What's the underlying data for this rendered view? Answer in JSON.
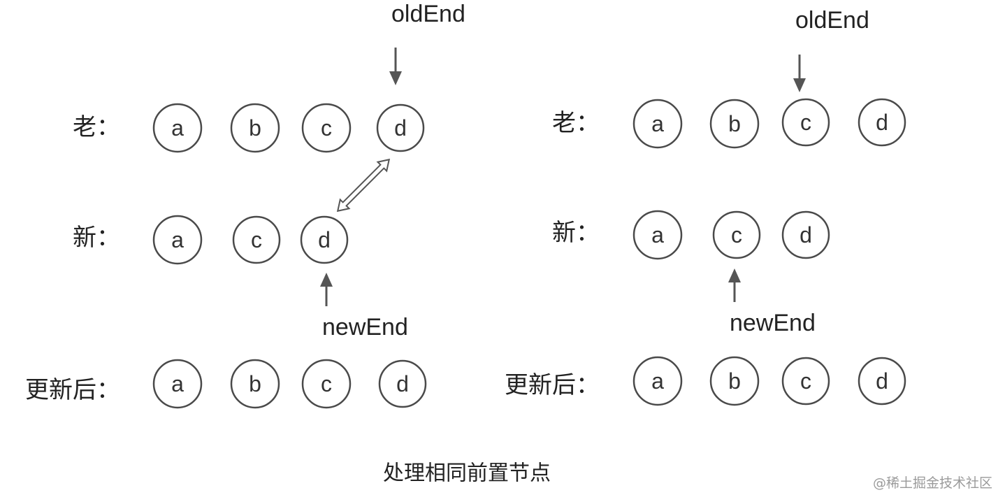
{
  "left": {
    "labels": {
      "old": "老：",
      "new": "新：",
      "updated": "更新后："
    },
    "old_nodes": [
      "a",
      "b",
      "c",
      "d"
    ],
    "new_nodes": [
      "a",
      "c",
      "d"
    ],
    "updated_nodes": [
      "a",
      "b",
      "c",
      "d"
    ],
    "old_pointer": "oldEnd",
    "new_pointer": "newEnd"
  },
  "right": {
    "labels": {
      "old": "老：",
      "new": "新：",
      "updated": "更新后："
    },
    "old_nodes": [
      "a",
      "b",
      "c",
      "d"
    ],
    "new_nodes": [
      "a",
      "c",
      "d"
    ],
    "updated_nodes": [
      "a",
      "b",
      "c",
      "d"
    ],
    "old_pointer": "oldEnd",
    "new_pointer": "newEnd"
  },
  "caption": "处理相同前置节点",
  "watermark": "@稀土掘金技术社区"
}
